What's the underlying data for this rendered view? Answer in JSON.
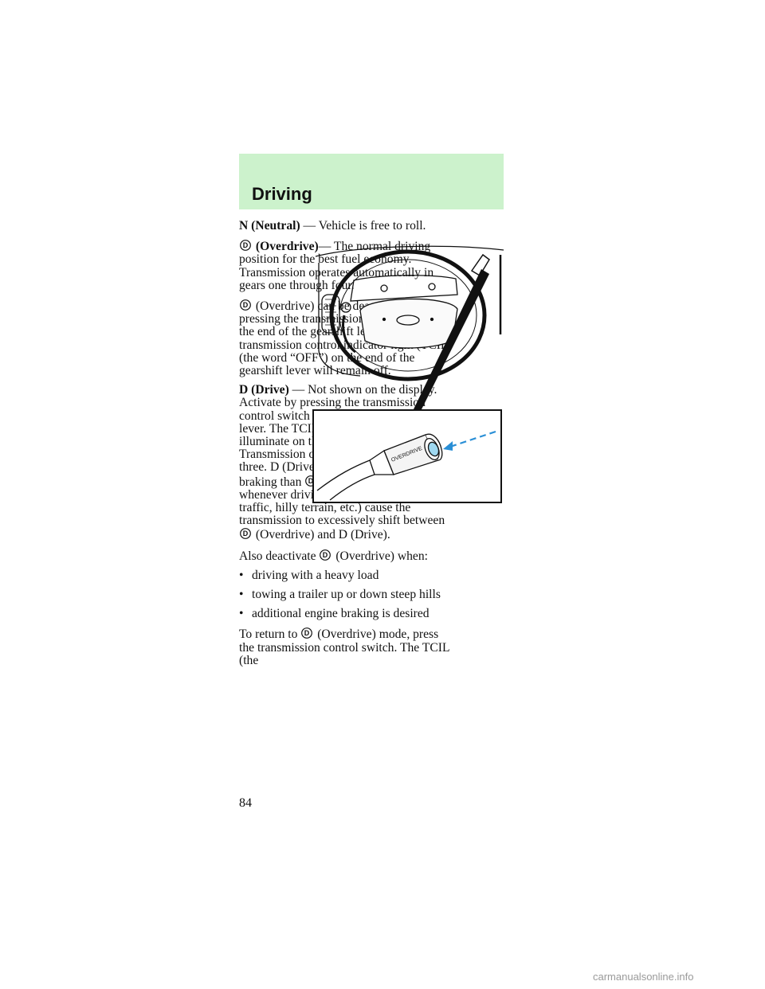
{
  "header": {
    "title": "Driving"
  },
  "content": {
    "neutral": {
      "label": "N (Neutral)",
      "text": " — Vehicle is free to roll."
    },
    "overdrive1": {
      "label": " (Overdrive)",
      "text": "— The normal driving position for the best fuel economy. Transmission operates automatically in gears one through four."
    },
    "overdrive2": {
      "text": " (Overdrive) can be deactivated by pressing the transmission control switch on the end of the gearshift lever. The transmission control indicator light (TCIL) (the word “OFF”) on the end of the gearshift lever will remain off."
    },
    "drive": {
      "label": "D (Drive)",
      "text_a": " — Not shown on the display. Activate by pressing the transmission control switch on the end of the gearshift lever. The TCIL (the word “OFF”) will illuminate on the gearshift lever. Transmission operates in gears one through three. D (Drive) provides more engine braking than ",
      "text_b": " (Overdrive) and is useful whenever driving conditions (i.e., city traffic, hilly terrain, etc.) cause the transmission to excessively shift between ",
      "text_c": " (Overdrive) and D (Drive)."
    },
    "also": {
      "text_a": "Also deactivate ",
      "text_b": " (Overdrive) when:"
    },
    "bullet_char": "•",
    "bullets": [
      "driving with a heavy load",
      "towing a trailer up or down steep hills",
      "additional engine braking is desired"
    ],
    "return": {
      "text_a": "To return to ",
      "text_b": " (Overdrive) mode, press the transmission control switch. The TCIL (the"
    }
  },
  "illustration": {
    "switch_label": "OVERDRIVE"
  },
  "page_number": "84",
  "watermark": "carmanualsonline.info",
  "colors": {
    "header_band": "#ccf2cc",
    "arrow": "#2a8fd6",
    "button": "#9fd8f0"
  }
}
